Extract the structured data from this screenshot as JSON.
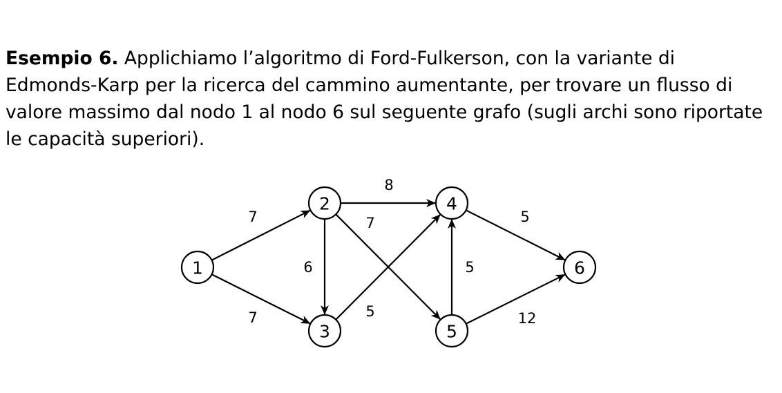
{
  "paragraph": {
    "heading": "Esempio 6.",
    "line1": " Applichiamo l’algoritmo di Ford-Fulkerson, con la variante di",
    "line2": "Edmonds-Karp per la ricerca del cammino aumentante, per trovare un flusso di",
    "line3": "valore massimo dal nodo 1 al nodo 6 sul seguente grafo (sugli archi sono riportate",
    "line4": "le capacità superiori)."
  },
  "graph": {
    "nodes": [
      {
        "id": "1",
        "label": "1"
      },
      {
        "id": "2",
        "label": "2"
      },
      {
        "id": "3",
        "label": "3"
      },
      {
        "id": "4",
        "label": "4"
      },
      {
        "id": "5",
        "label": "5"
      },
      {
        "id": "6",
        "label": "6"
      }
    ],
    "edges": [
      {
        "from": "1",
        "to": "2",
        "capacity": "7"
      },
      {
        "from": "1",
        "to": "3",
        "capacity": "7"
      },
      {
        "from": "2",
        "to": "3",
        "capacity": "6"
      },
      {
        "from": "2",
        "to": "4",
        "capacity": "8"
      },
      {
        "from": "2",
        "to": "5",
        "capacity": "7"
      },
      {
        "from": "3",
        "to": "4",
        "capacity": "5"
      },
      {
        "from": "5",
        "to": "4",
        "capacity": "5"
      },
      {
        "from": "4",
        "to": "6",
        "capacity": "5"
      },
      {
        "from": "5",
        "to": "6",
        "capacity": "12"
      }
    ]
  }
}
